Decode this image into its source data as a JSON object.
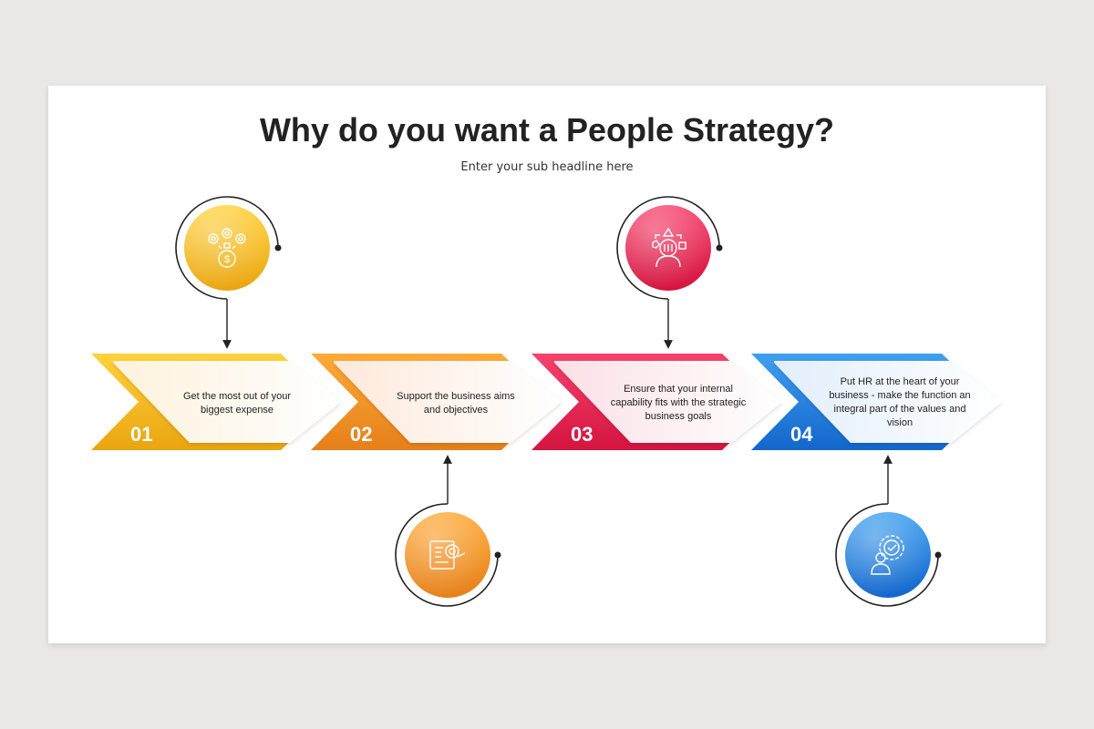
{
  "title": "Why do you want a People Strategy?",
  "subtitle": "Enter your sub headline here",
  "steps": [
    {
      "number": "01",
      "text": "Get the most out of your biggest expense",
      "icon": "money-flow-icon",
      "color": "#f2b51d",
      "color_dark": "#e49a12"
    },
    {
      "number": "02",
      "text": "Support the business aims and objectives",
      "icon": "target-document-icon",
      "color": "#f39a2a",
      "color_dark": "#e2801c"
    },
    {
      "number": "03",
      "text": "Ensure that your internal capability fits with the strategic business goals",
      "icon": "person-thinking-icon",
      "color": "#ea2d5d",
      "color_dark": "#d41745"
    },
    {
      "number": "04",
      "text": "Put HR at the heart of your business - make the function an integral part of the values and vision",
      "icon": "person-gear-check-icon",
      "color": "#2a8ce5",
      "color_dark": "#1468cf"
    }
  ]
}
